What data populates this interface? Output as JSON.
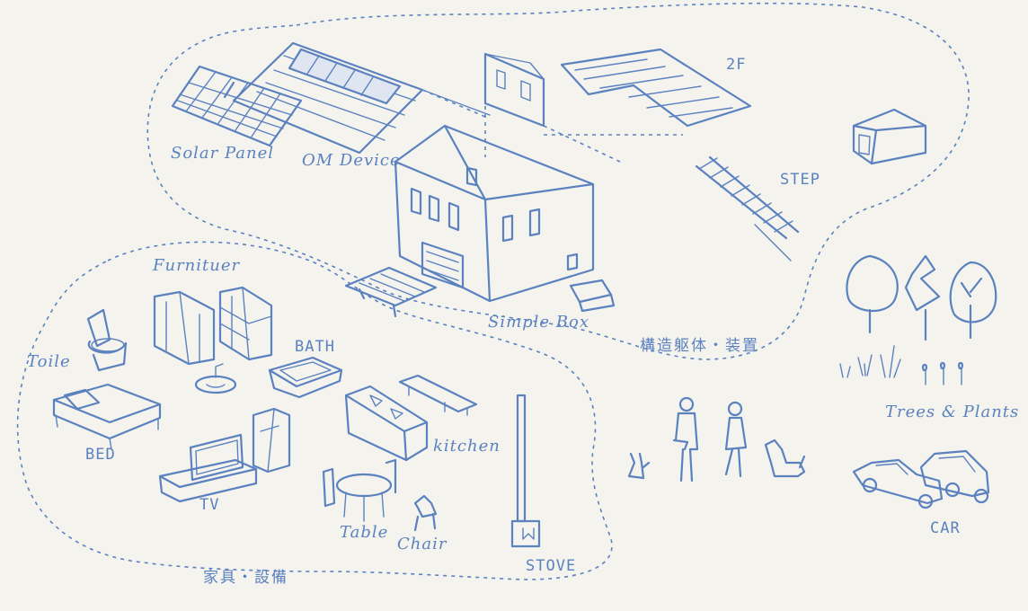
{
  "labels": {
    "solar_panel": "Solar Panel",
    "om_device": "OM Device",
    "floor_2f": "2F",
    "step": "STEP",
    "simple_box": "Simple Box",
    "structure_equipment": "構造躯体・装置",
    "trees_plants": "Trees & Plants",
    "car": "CAR",
    "furniture": "Furnituer",
    "toilet": "Toile",
    "bath": "BATH",
    "bed": "BED",
    "tv": "TV",
    "kitchen": "kitchen",
    "table": "Table",
    "chair": "Chair",
    "stove": "STOVE",
    "furniture_equipment": "家具・設備"
  },
  "colors": {
    "ink": "#5b82bf",
    "paper": "#f4f3ee"
  }
}
